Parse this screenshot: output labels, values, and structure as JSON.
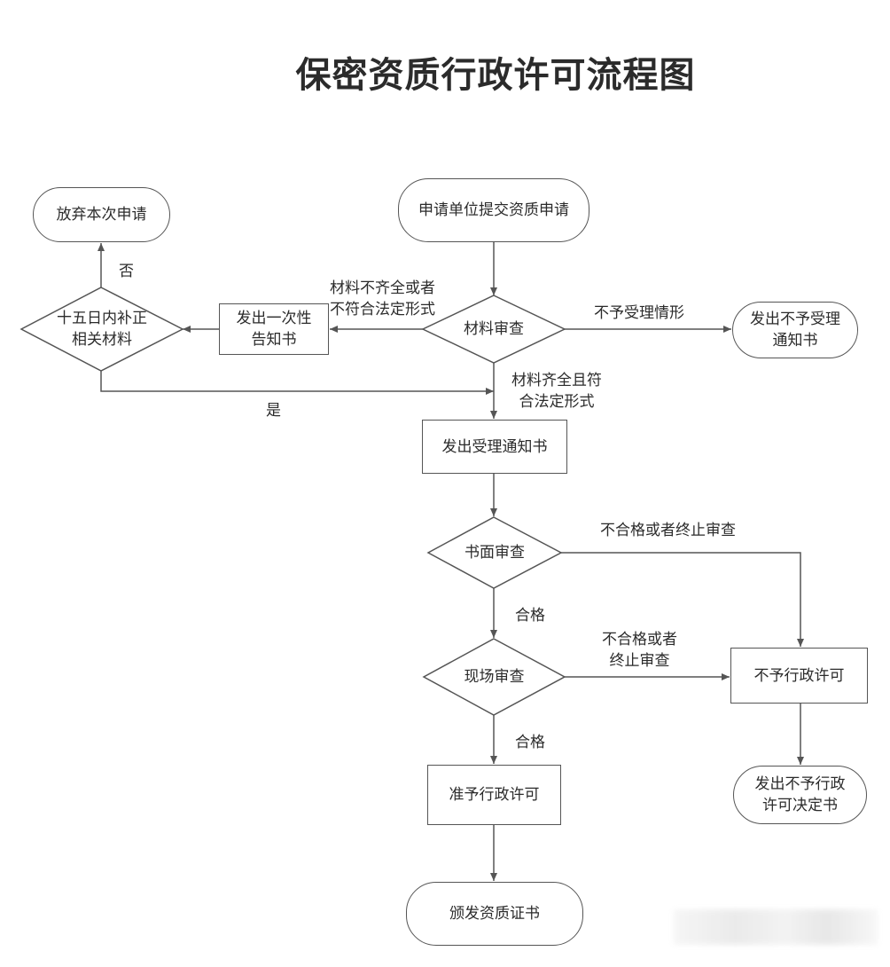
{
  "title": "保密资质行政许可流程图",
  "nodes": {
    "submit": "申请单位提交资质申请",
    "abandon": "放弃本次申请",
    "material_review": "材料审查",
    "one_time_notice_l1": "发出一次性",
    "one_time_notice_l2": "告知书",
    "supplement_l1": "十五日内补正",
    "supplement_l2": "相关材料",
    "not_accept_notice_l1": "发出不予受理",
    "not_accept_notice_l2": "通知书",
    "accept_notice": "发出受理通知书",
    "written_review": "书面审查",
    "onsite_review": "现场审查",
    "deny_permit": "不予行政许可",
    "deny_decision_l1": "发出不予行政",
    "deny_decision_l2": "许可决定书",
    "grant_permit": "准予行政许可",
    "issue_cert": "颁发资质证书"
  },
  "labels": {
    "no": "否",
    "yes": "是",
    "incomplete_l1": "材料不齐全或者",
    "incomplete_l2": "不符合法定形式",
    "not_accept": "不予受理情形",
    "complete_l1": "材料齐全且符",
    "complete_l2": "合法定形式",
    "fail_written": "不合格或者终止审查",
    "pass_1": "合格",
    "fail_onsite_l1": "不合格或者",
    "fail_onsite_l2": "终止审查",
    "pass_2": "合格"
  }
}
